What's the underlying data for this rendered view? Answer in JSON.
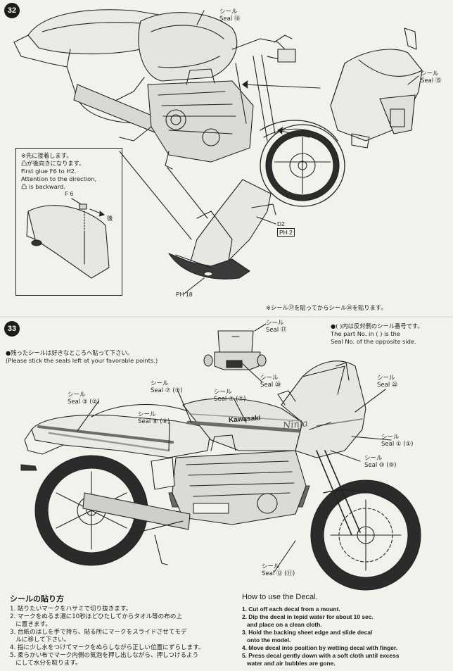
{
  "step32": {
    "number": "32",
    "top_seal": {
      "jp": "シール",
      "en": "Seal",
      "num": "⑯"
    },
    "screen_seal": {
      "jp": "シール",
      "en": "Seal",
      "num": "⑮"
    },
    "box_note": {
      "jp1": "※先に接着します。",
      "jp2": "凸が後向きになります。",
      "en1": "First glue F6 to H2.",
      "en2": "Attention to the direction,",
      "en3": "凸 is backward."
    },
    "part_f6": "F 6",
    "back_arrow": "後",
    "part_d2": "D2",
    "part_h2": "PH 2",
    "part_h18": "PH 18",
    "footnote": "※シール⑰を貼ってからシール⑳を貼ります。"
  },
  "step33": {
    "number": "33",
    "instruction_jp": "●残ったシールは好きなところへ貼って下さい。",
    "instruction_en": "(Please stick the seals left at your favorable points.)",
    "opposite_note": {
      "jp": "●(  )内は反対側のシール番号です。",
      "en1": "The part No. in (    ) is the",
      "en2": "Seal No. of the opposite side."
    },
    "seals": [
      {
        "jp": "シール",
        "en": "Seal",
        "num": "⑰"
      },
      {
        "jp": "シール",
        "en": "Seal",
        "num": "⑳"
      },
      {
        "jp": "シール",
        "en": "Seal",
        "num": "㉒"
      },
      {
        "jp": "シール",
        "en": "Seal",
        "num": "③ (②)"
      },
      {
        "jp": "シール",
        "en": "Seal",
        "num": "⑦ (⑦)"
      },
      {
        "jp": "シール",
        "en": "Seal",
        "num": "⑦ (⑦)"
      },
      {
        "jp": "シール",
        "en": "Seal",
        "num": "⑧ (⑧)"
      },
      {
        "jp": "シール",
        "en": "Seal",
        "num": "① (①)"
      },
      {
        "jp": "シール",
        "en": "Seal",
        "num": "⑩ (⑨)"
      },
      {
        "jp": "シール",
        "en": "Seal",
        "num": "⑫ (⑪)"
      }
    ],
    "tank_logo": "Kawasaki",
    "fairing_logo": "Ninja"
  },
  "howto_jp": {
    "title": "シールの貼り方",
    "items": [
      "1. 貼りたいマークをハサミで切り抜きます。",
      "2. マークをぬるま湯に10秒ほどひたしてからタオル等の布の上\n   に置きます。",
      "3. 台紙のはしを手で持ち、貼る所にマークをスライドさせてモデ\n   ルに移して下さい。",
      "4. 指に少し水をつけてマークをぬらしながら正しい位置にずらします。",
      "5. 柔らかい布でマーク内側の気泡を押し出しながら、押しつけるよう\n   にして水分を取ります。"
    ]
  },
  "howto_en": {
    "title": "How to use the Decal.",
    "items": [
      "1. Cut off each decal from a mount.",
      "2. Dip the decal in tepid water for about 10 sec.\n   and place on a clean cloth.",
      "3. Hold the backing sheet edge and slide decal\n   onto the model.",
      "4. Move decal into position by wetting decal with finger.",
      "5. Press decal gently down with a soft cloth until excess\n   water and air bubbles are gone."
    ]
  }
}
